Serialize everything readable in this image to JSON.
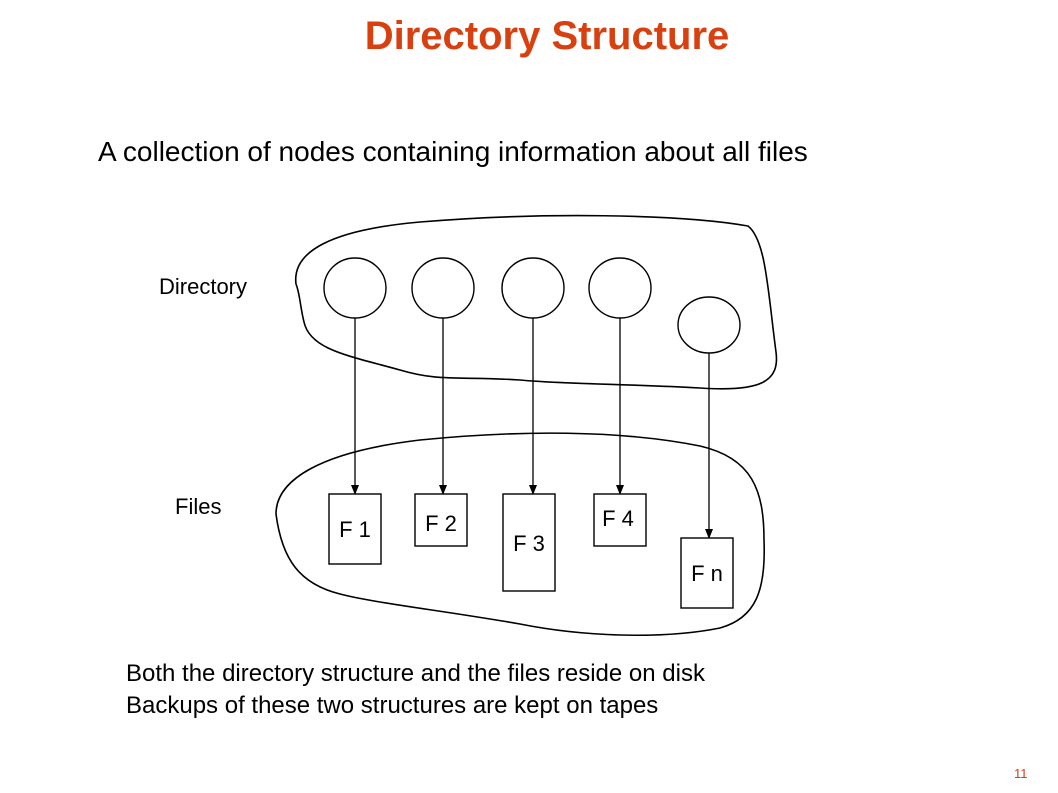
{
  "slide": {
    "title": "Directory Structure",
    "subtitle": "A collection of nodes containing information about all files",
    "notes": [
      "Both the directory structure and the files reside on disk",
      "Backups of these two structures are kept on tapes"
    ],
    "page_number": "11"
  },
  "diagram": {
    "directory_label": "Directory",
    "files_label": "Files",
    "files": [
      "F 1",
      "F 2",
      "F 3",
      "F 4",
      "F n"
    ]
  },
  "colors": {
    "title": "#d84010",
    "stroke": "#000000"
  }
}
